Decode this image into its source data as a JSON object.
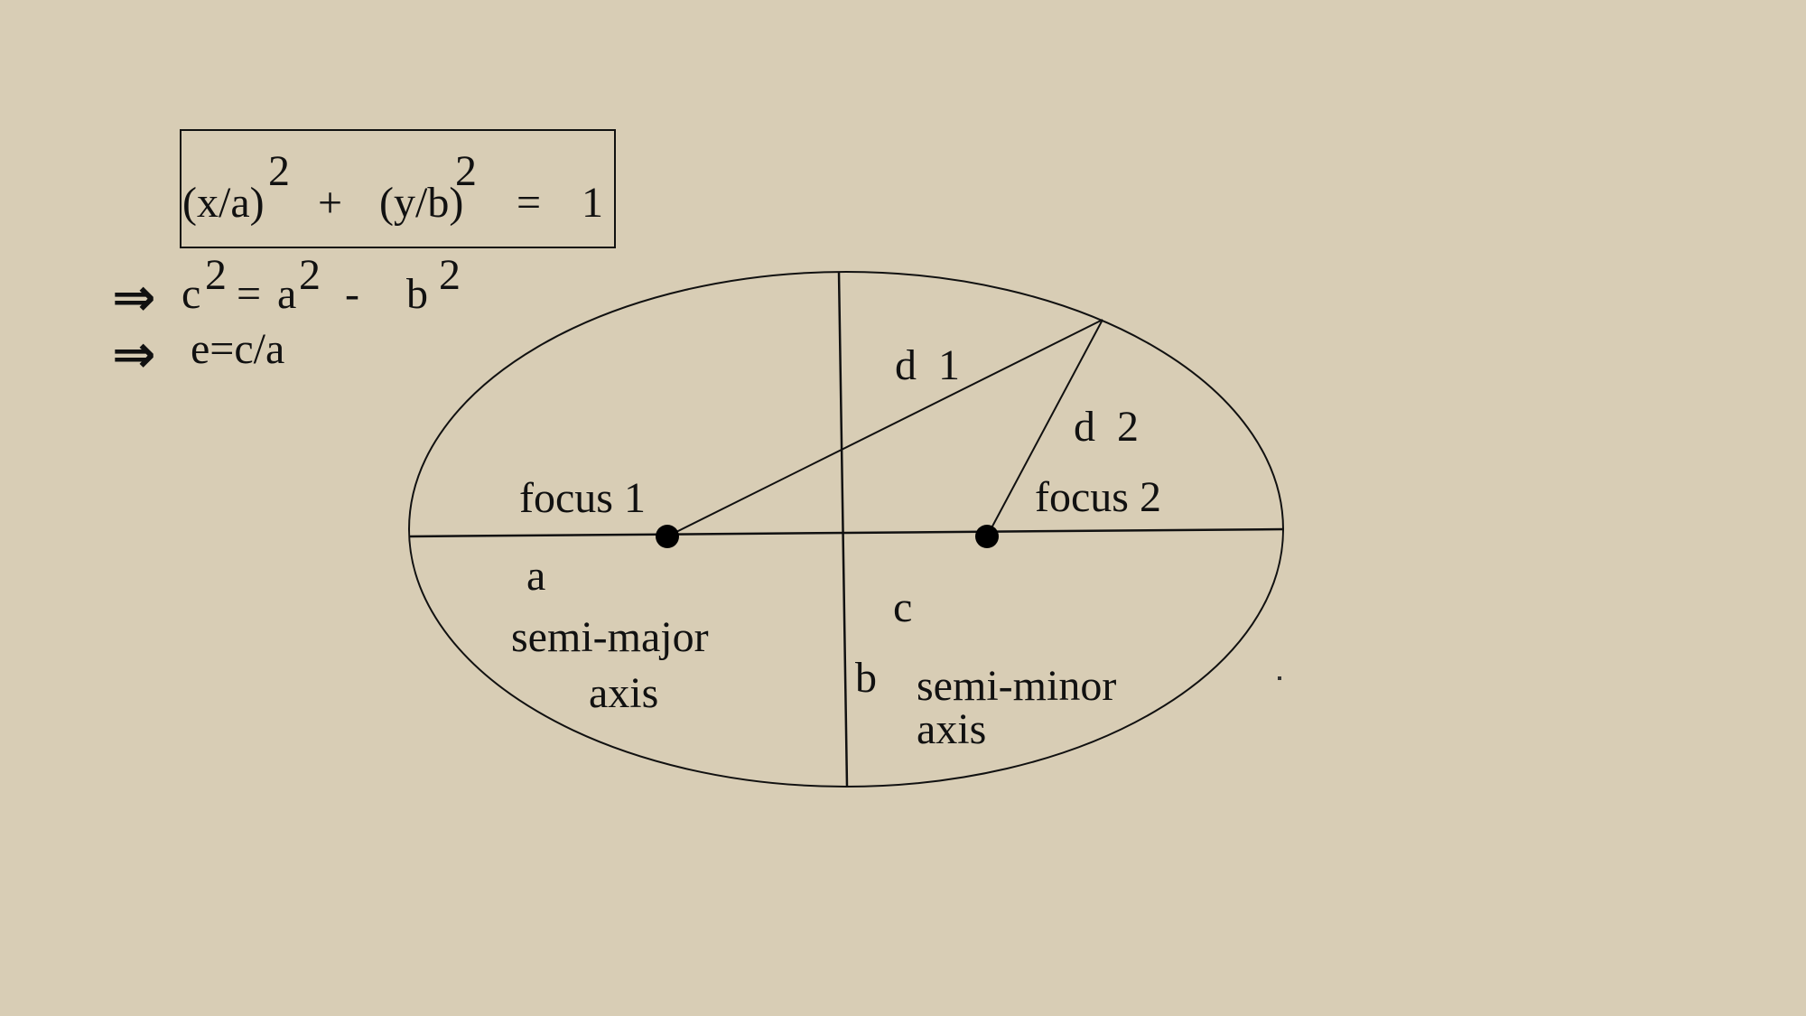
{
  "colors": {
    "background": "#d8cdb5",
    "ink": "#111111"
  },
  "equations": {
    "ellipse": {
      "term1": "(x/a)",
      "term1_exp": "2",
      "plus": "+",
      "term2": "(y/b)",
      "term2_exp": "2",
      "equals": "=",
      "rhs": "1"
    },
    "focal_relation": {
      "arrow": "⇒",
      "c": "c",
      "c_exp": "2",
      "equals": "=",
      "a": "a",
      "a_exp": "2",
      "minus": "-",
      "b": "b",
      "b_exp": "2"
    },
    "eccentricity": {
      "arrow": "⇒",
      "text": "e=c/a"
    }
  },
  "diagram": {
    "labels": {
      "focus1": "focus 1",
      "focus2": "focus 2",
      "d1": "d  1",
      "d2": "d  2",
      "a": "a",
      "b": "b",
      "c": "c",
      "semi_major_line1": "semi-major",
      "semi_major_line2": "axis",
      "semi_minor_line1": "semi-minor",
      "semi_minor_line2": "axis"
    }
  }
}
